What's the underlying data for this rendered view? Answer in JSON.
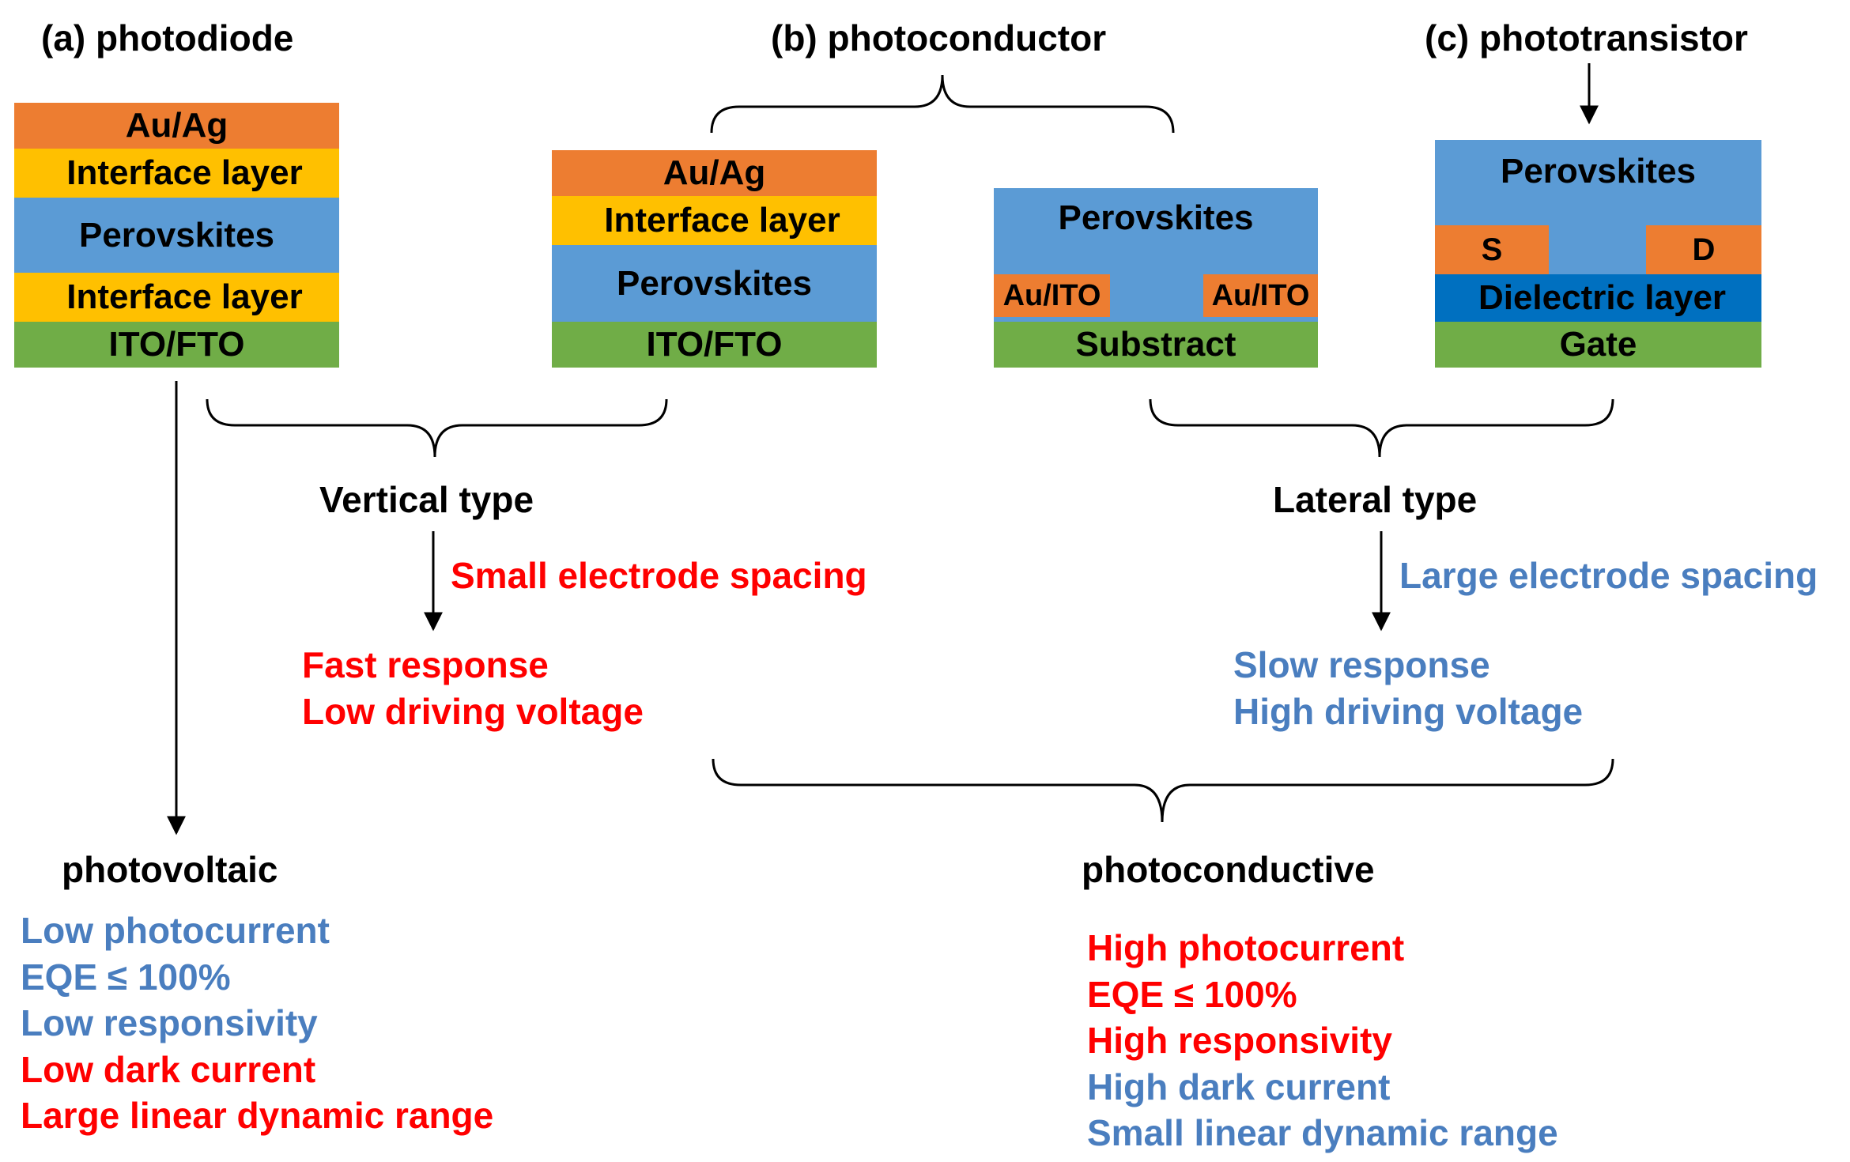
{
  "titles": {
    "a": "(a) photodiode",
    "b": "(b) photoconductor",
    "c": "(c) phototransistor"
  },
  "photodiode_layers": [
    "Au/Ag",
    "Interface layer",
    "Perovskites",
    "Interface layer",
    "ITO/FTO"
  ],
  "photoconductor_vertical_layers": [
    "Au/Ag",
    "Interface layer",
    "Perovskites",
    "ITO/FTO"
  ],
  "photoconductor_lateral": {
    "perovskites": "Perovskites",
    "electrode_left": "Au/ITO",
    "electrode_right": "Au/ITO",
    "substrate": "Substract"
  },
  "phototransistor": {
    "perovskites": "Perovskites",
    "source": "S",
    "drain": "D",
    "dielectric": "Dielectric layer",
    "gate": "Gate"
  },
  "types": {
    "vertical": "Vertical type",
    "lateral": "Lateral type"
  },
  "spacing": {
    "small": "Small electrode spacing",
    "large": "Large electrode spacing"
  },
  "vertical_props": [
    "Fast response",
    "Low driving voltage"
  ],
  "lateral_props": [
    "Slow response",
    "High driving voltage"
  ],
  "modes": {
    "photovoltaic": "photovoltaic",
    "photoconductive": "photoconductive"
  },
  "photovoltaic_props": [
    "Low photocurrent",
    "EQE ≤ 100%",
    "Low responsivity",
    "Low dark current",
    "Large linear dynamic range"
  ],
  "photoconductive_props": [
    "High photocurrent",
    "EQE ≤ 100%",
    "High responsivity",
    "High dark current",
    "Small linear dynamic range"
  ],
  "colors": {
    "electrode": "#ed7d31",
    "interface": "#ffc000",
    "perovskite": "#5b9bd5",
    "dielectric": "#0070c0",
    "substrate": "#70ad47",
    "highlight_red": "#ff0000",
    "highlight_blue": "#4a7ebf"
  }
}
